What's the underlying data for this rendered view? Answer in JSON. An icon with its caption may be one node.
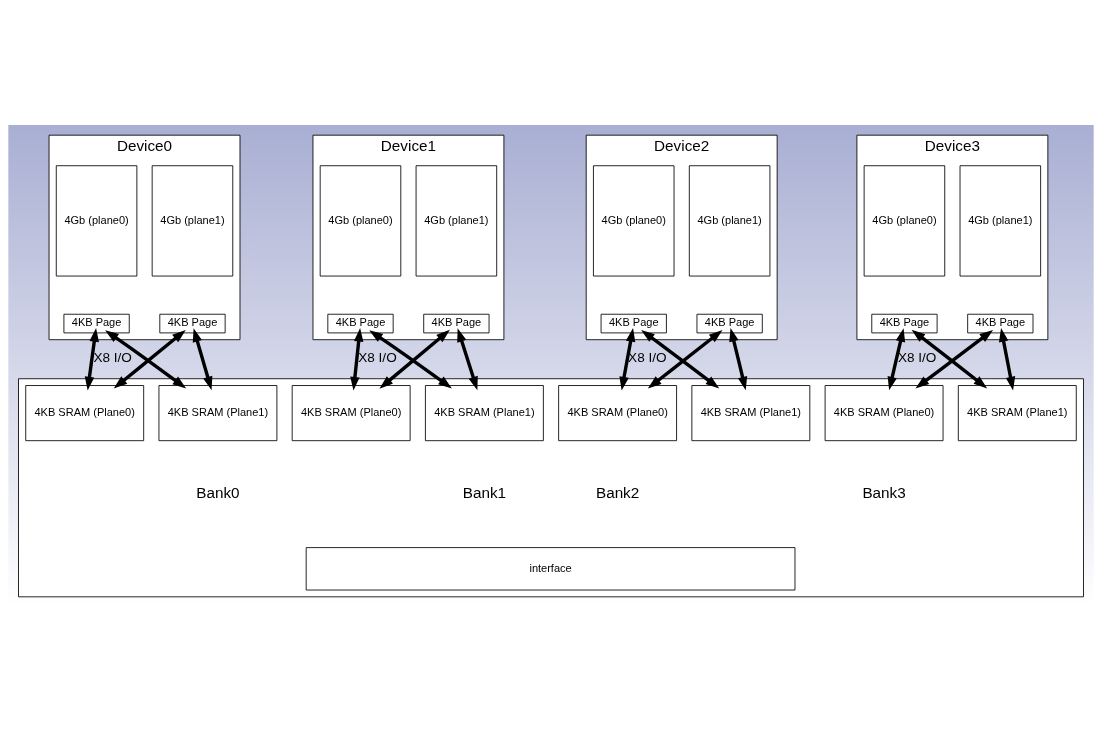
{
  "diagram": {
    "nodes": [
      {
        "text": [
          "Device0"
        ]
      },
      {
        "text": [
          "4Gb (plane0)"
        ],
        "in": 0
      },
      {
        "text": [
          "4Gb (plane1)"
        ],
        "in": 0
      },
      {
        "text": [
          "4KB Page"
        ],
        "in": 0
      },
      {
        "text": [
          "4KB Page"
        ],
        "in": 0
      },
      {
        "text": [
          "Device1"
        ]
      },
      {
        "text": [
          "4Gb (plane0)"
        ],
        "in": 5
      },
      {
        "text": [
          "4Gb (plane1)"
        ],
        "in": 5
      },
      {
        "text": [
          "4KB Page"
        ],
        "in": 5
      },
      {
        "text": [
          "4KB Page"
        ],
        "in": 5
      },
      {
        "text": [
          "Device2"
        ]
      },
      {
        "text": [
          "4Gb (plane0)"
        ],
        "in": 10
      },
      {
        "text": [
          "4Gb (plane1)"
        ],
        "in": 10
      },
      {
        "text": [
          "4KB Page"
        ],
        "in": 10
      },
      {
        "text": [
          "4KB Page"
        ],
        "in": 10
      },
      {
        "text": [
          "Device3"
        ]
      },
      {
        "text": [
          "4Gb (plane0)"
        ],
        "in": 15
      },
      {
        "text": [
          "4Gb (plane1)"
        ],
        "in": 15
      },
      {
        "text": [
          "4KB Page"
        ],
        "in": 15
      },
      {
        "text": [
          "4KB Page"
        ],
        "in": 15
      },
      {
        "text": [],
        "shape": "box"
      },
      {
        "text": [
          "4KB SRAM (Plane0)"
        ],
        "in": 20
      },
      {
        "text": [
          "4KB SRAM (Plane1)"
        ],
        "in": 20
      },
      {
        "text": [
          "4KB SRAM (Plane0)"
        ],
        "in": 20
      },
      {
        "text": [
          "4KB SRAM (Plane1)"
        ],
        "in": 20
      },
      {
        "text": [
          "4KB SRAM (Plane0)"
        ],
        "in": 20
      },
      {
        "text": [
          "4KB SRAM (Plane1)"
        ],
        "in": 20
      },
      {
        "text": [
          "4KB SRAM (Plane0)"
        ],
        "in": 20
      },
      {
        "text": [
          "4KB SRAM (Plane1)"
        ],
        "in": 20
      },
      {
        "text": [
          "interface"
        ],
        "in": 20
      }
    ],
    "edges": [
      {
        "from": 3,
        "to": 21,
        "arrow": "both",
        "label": "X8 I/O"
      },
      {
        "from": 3,
        "to": 22,
        "arrow": "both"
      },
      {
        "from": 4,
        "to": 21,
        "arrow": "both"
      },
      {
        "from": 4,
        "to": 22,
        "arrow": "both"
      },
      {
        "from": 8,
        "to": 23,
        "arrow": "both",
        "label": "X8 I/O"
      },
      {
        "from": 8,
        "to": 24,
        "arrow": "both"
      },
      {
        "from": 9,
        "to": 23,
        "arrow": "both"
      },
      {
        "from": 9,
        "to": 24,
        "arrow": "both"
      },
      {
        "from": 13,
        "to": 25,
        "arrow": "both",
        "label": "X8 I/O"
      },
      {
        "from": 13,
        "to": 26,
        "arrow": "both"
      },
      {
        "from": 14,
        "to": 25,
        "arrow": "both"
      },
      {
        "from": 14,
        "to": 26,
        "arrow": "both"
      },
      {
        "from": 18,
        "to": 27,
        "arrow": "both",
        "label": "X8 I/O"
      },
      {
        "from": 18,
        "to": 28,
        "arrow": "both"
      },
      {
        "from": 19,
        "to": 27,
        "arrow": "both"
      },
      {
        "from": 19,
        "to": 28,
        "arrow": "both"
      }
    ],
    "labels": [
      "Bank0",
      "Bank1",
      "Bank2",
      "Bank3"
    ]
  }
}
